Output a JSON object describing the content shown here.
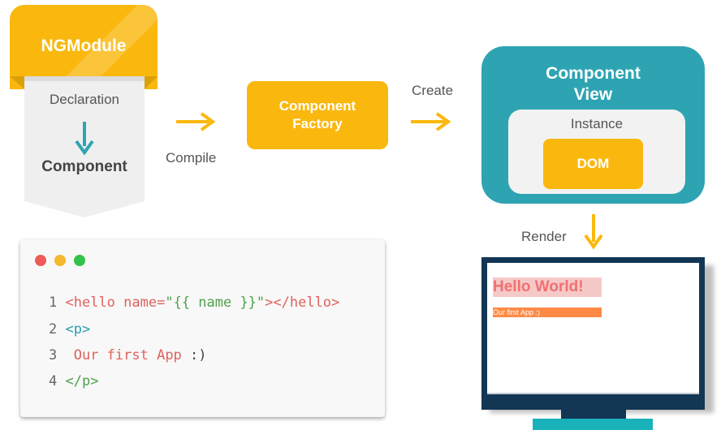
{
  "ngmodule": {
    "title": "NGModule",
    "declaration": "Declaration",
    "component": "Component"
  },
  "arrows": {
    "compile": "Compile",
    "create": "Create",
    "render": "Render"
  },
  "factory": {
    "line1": "Component",
    "line2": "Factory"
  },
  "view": {
    "title_line1": "Component",
    "title_line2": "View",
    "instance": "Instance",
    "dom": "DOM"
  },
  "code": {
    "window_dots": [
      "red",
      "yellow",
      "green"
    ],
    "lines": [
      {
        "num": "1",
        "parts": [
          "<hello name=",
          "\"{{ name }}\"",
          "></hello>"
        ]
      },
      {
        "num": "2",
        "parts": [
          "<p>"
        ]
      },
      {
        "num": "3",
        "parts": [
          "Our first App",
          " :)"
        ]
      },
      {
        "num": "4",
        "parts": [
          "</p>"
        ]
      }
    ]
  },
  "monitor": {
    "heading": "Hello World!",
    "subtext": "Our first App :)"
  },
  "colors": {
    "accent": "#fab80f",
    "teal": "#2ea4b2",
    "monitor": "#123654",
    "base": "#1ab2ba"
  }
}
